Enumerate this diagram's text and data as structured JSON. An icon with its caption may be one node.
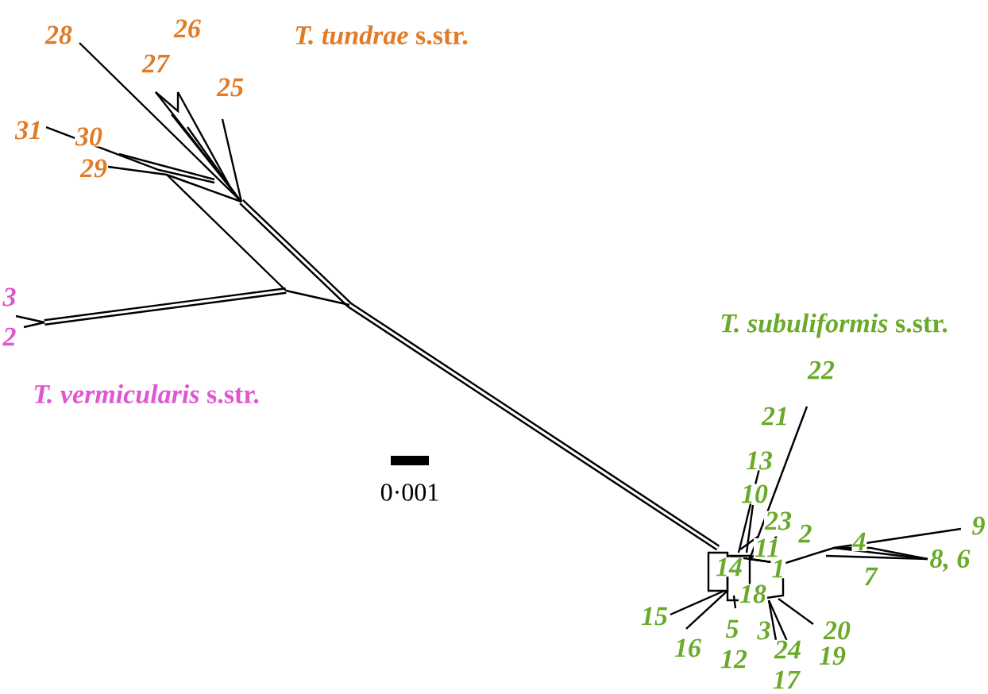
{
  "diagram": {
    "labels": [
      "28",
      "26",
      "*T. tundrae* s.str.",
      "27",
      "25",
      "31",
      "30",
      "29",
      "3",
      "2",
      "*T. subuliformis* s.str.",
      "*T. vermicularis* s.str.",
      "22",
      "21",
      "0·001",
      "13",
      "10",
      "23",
      "2",
      "9",
      "11",
      "4",
      "14",
      "1",
      "8, 6",
      "7",
      "18",
      "15",
      "5",
      "3",
      "20",
      "16",
      "12",
      "24",
      "19",
      "17"
    ]
  }
}
